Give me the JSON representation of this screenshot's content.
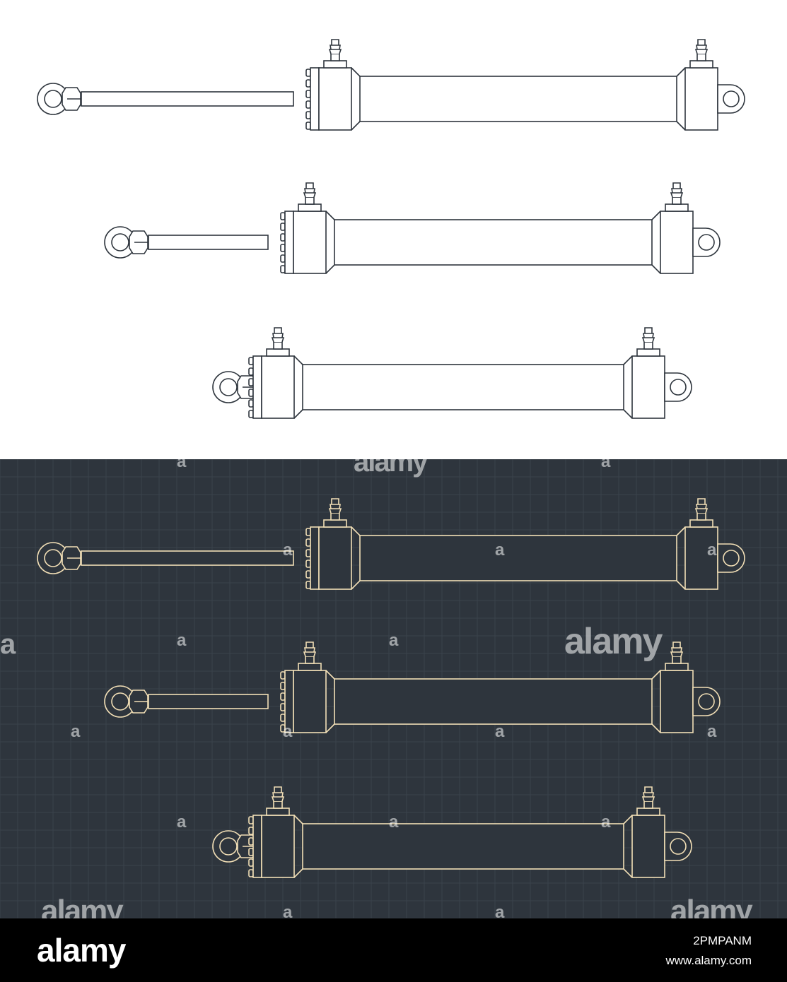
{
  "colors": {
    "light_background": "#ffffff",
    "light_stroke": "#2e353d",
    "dark_background": "#2e353d",
    "dark_stroke": "#f2dfb6",
    "grid": "#3a424b",
    "footer_background": "#000000",
    "footer_text": "#ffffff"
  },
  "drawings": [
    {
      "variant": "rod-extended-long",
      "rod_extension": 1.0
    },
    {
      "variant": "rod-extended-medium",
      "rod_extension": 0.55
    },
    {
      "variant": "rod-retracted",
      "rod_extension": 0.0
    }
  ],
  "watermarks": {
    "brand": "alamy",
    "small": "a"
  },
  "footer": {
    "logo": "alamy",
    "image_id": "2PMPANM",
    "site": "www.alamy.com"
  }
}
